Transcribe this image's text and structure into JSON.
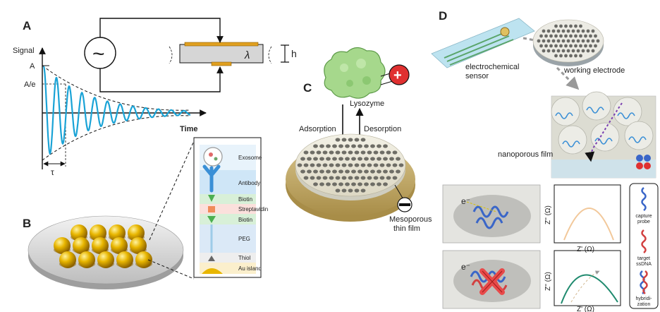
{
  "panels": {
    "a": "A",
    "b": "B",
    "c": "C",
    "d": "D"
  },
  "panel_a": {
    "y_label": "Signal",
    "x_label": "Time",
    "tick_a": "A",
    "tick_ae": "A/e",
    "tau": "τ",
    "h": "h",
    "lambda": "λ",
    "source": "~"
  },
  "panel_b": {
    "layers": [
      "Exosome",
      "Antibody",
      "Biotin",
      "Streptavidin",
      "Biotin",
      "PEG",
      "Thiol",
      "Au island"
    ]
  },
  "panel_c": {
    "protein": "Lysozyme",
    "adsorption": "Adsorption",
    "desorption": "Desorption",
    "film_line1": "Mesoporous",
    "film_line2": "thin film",
    "plus": "+",
    "minus": "−"
  },
  "panel_d": {
    "sensor_line1": "electrochemical",
    "sensor_line2": "sensor",
    "working": "working electrode",
    "film": "nanoporous film",
    "electron": "e⁻",
    "zpp": "Z'' (Ω)",
    "zp": "Z' (Ω)",
    "legend1_line1": "capture",
    "legend1_line2": "probe",
    "legend2_line1": "target",
    "legend2_line2": "ssDNA",
    "legend3_line1": "hybridi-",
    "legend3_line2": "zation"
  },
  "colors": {
    "signal": "#1aa3d6",
    "gold": "#d9a400",
    "green_curve": "#1f8a6e",
    "orange_curve": "#f2c89a",
    "red": "#e03030"
  }
}
